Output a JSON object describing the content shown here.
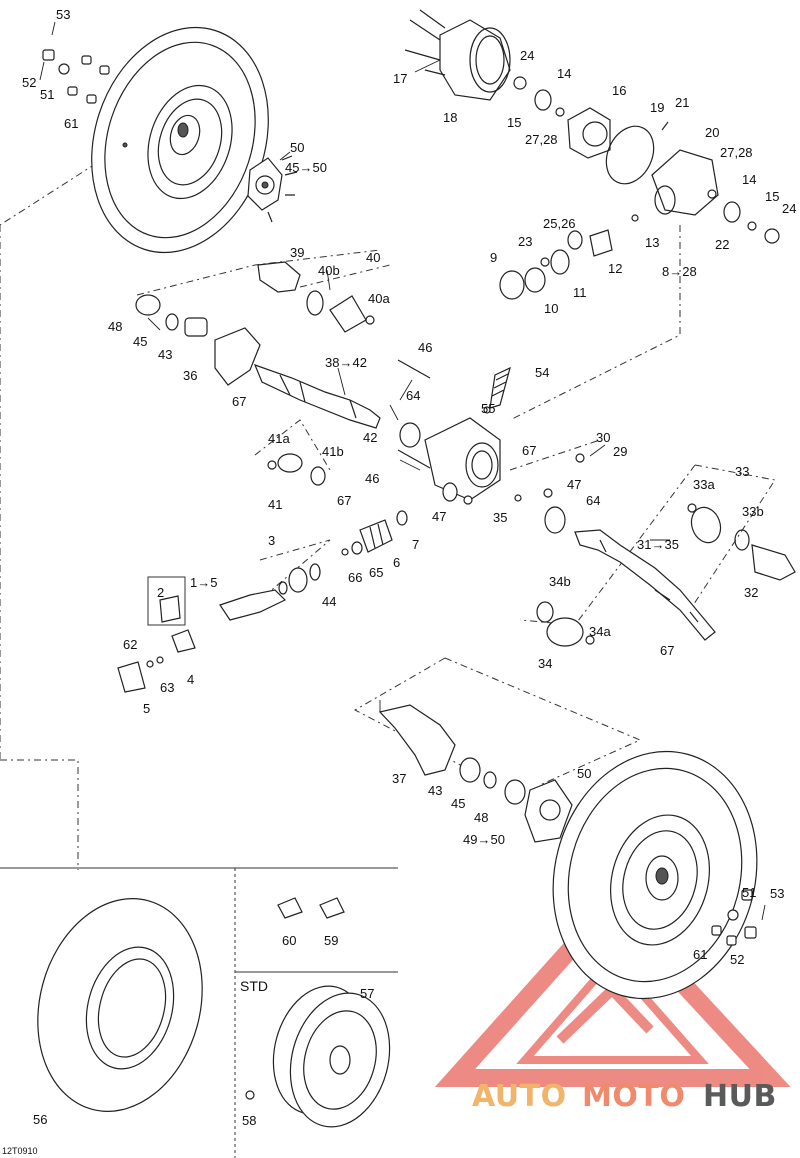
{
  "diagram": {
    "drawing_code": "12T0910",
    "std_label": "STD",
    "callouts": [
      {
        "id": "c53a",
        "text": "53"
      },
      {
        "id": "c52a",
        "text": "52"
      },
      {
        "id": "c51a",
        "text": "51"
      },
      {
        "id": "c61a",
        "text": "61"
      },
      {
        "id": "c50a",
        "text": "50"
      },
      {
        "id": "c4550",
        "text": "45→50"
      },
      {
        "id": "c17",
        "text": "17"
      },
      {
        "id": "c18",
        "text": "18"
      },
      {
        "id": "c24a",
        "text": "24"
      },
      {
        "id": "c14a",
        "text": "14"
      },
      {
        "id": "c15a",
        "text": "15"
      },
      {
        "id": "c16",
        "text": "16"
      },
      {
        "id": "c2728a",
        "text": "27,28"
      },
      {
        "id": "c19",
        "text": "19"
      },
      {
        "id": "c21",
        "text": "21"
      },
      {
        "id": "c20",
        "text": "20"
      },
      {
        "id": "c2728b",
        "text": "27,28"
      },
      {
        "id": "c14b",
        "text": "14"
      },
      {
        "id": "c15b",
        "text": "15"
      },
      {
        "id": "c24b",
        "text": "24"
      },
      {
        "id": "c22",
        "text": "22"
      },
      {
        "id": "c13",
        "text": "13"
      },
      {
        "id": "c2526",
        "text": "25,26"
      },
      {
        "id": "c23",
        "text": "23"
      },
      {
        "id": "c12",
        "text": "12"
      },
      {
        "id": "c9",
        "text": "9"
      },
      {
        "id": "c11",
        "text": "11"
      },
      {
        "id": "c10",
        "text": "10"
      },
      {
        "id": "c828",
        "text": "8→28"
      },
      {
        "id": "c39",
        "text": "39"
      },
      {
        "id": "c40",
        "text": "40"
      },
      {
        "id": "c40b",
        "text": "40b"
      },
      {
        "id": "c40a",
        "text": "40a"
      },
      {
        "id": "c48a",
        "text": "48"
      },
      {
        "id": "c45a",
        "text": "45"
      },
      {
        "id": "c43a",
        "text": "43"
      },
      {
        "id": "c36",
        "text": "36"
      },
      {
        "id": "c46a",
        "text": "46"
      },
      {
        "id": "c54",
        "text": "54"
      },
      {
        "id": "c3842",
        "text": "38→42"
      },
      {
        "id": "c67a",
        "text": "67"
      },
      {
        "id": "c64a",
        "text": "64"
      },
      {
        "id": "c55",
        "text": "55"
      },
      {
        "id": "c42",
        "text": "42"
      },
      {
        "id": "c67b",
        "text": "67"
      },
      {
        "id": "c41a",
        "text": "41a"
      },
      {
        "id": "c41b",
        "text": "41b"
      },
      {
        "id": "c41",
        "text": "41"
      },
      {
        "id": "c46b",
        "text": "46"
      },
      {
        "id": "c30",
        "text": "30"
      },
      {
        "id": "c29",
        "text": "29"
      },
      {
        "id": "c47a",
        "text": "47"
      },
      {
        "id": "c64b",
        "text": "64"
      },
      {
        "id": "c47b",
        "text": "47"
      },
      {
        "id": "c35",
        "text": "35"
      },
      {
        "id": "c67c",
        "text": "67"
      },
      {
        "id": "c7",
        "text": "7"
      },
      {
        "id": "c6",
        "text": "6"
      },
      {
        "id": "c65",
        "text": "65"
      },
      {
        "id": "c66",
        "text": "66"
      },
      {
        "id": "c3",
        "text": "3"
      },
      {
        "id": "c44",
        "text": "44"
      },
      {
        "id": "c15c",
        "text": "1→5"
      },
      {
        "id": "c2",
        "text": "2"
      },
      {
        "id": "c62",
        "text": "62"
      },
      {
        "id": "c63",
        "text": "63"
      },
      {
        "id": "c4",
        "text": "4"
      },
      {
        "id": "c5",
        "text": "5"
      },
      {
        "id": "c33",
        "text": "33"
      },
      {
        "id": "c33a",
        "text": "33a"
      },
      {
        "id": "c33b",
        "text": "33b"
      },
      {
        "id": "c3135",
        "text": "31→35"
      },
      {
        "id": "c32",
        "text": "32"
      },
      {
        "id": "c34b",
        "text": "34b"
      },
      {
        "id": "c34a",
        "text": "34a"
      },
      {
        "id": "c34",
        "text": "34"
      },
      {
        "id": "c67d",
        "text": "67"
      },
      {
        "id": "c37",
        "text": "37"
      },
      {
        "id": "c43b",
        "text": "43"
      },
      {
        "id": "c45b",
        "text": "45"
      },
      {
        "id": "c48b",
        "text": "48"
      },
      {
        "id": "c50b",
        "text": "50"
      },
      {
        "id": "c4950",
        "text": "49→50"
      },
      {
        "id": "c51b",
        "text": "51"
      },
      {
        "id": "c53b",
        "text": "53"
      },
      {
        "id": "c61b",
        "text": "61"
      },
      {
        "id": "c52b",
        "text": "52"
      },
      {
        "id": "c60",
        "text": "60"
      },
      {
        "id": "c59",
        "text": "59"
      },
      {
        "id": "c57",
        "text": "57"
      },
      {
        "id": "c56",
        "text": "56"
      },
      {
        "id": "c58",
        "text": "58"
      }
    ]
  },
  "watermark": {
    "word_auto": "AUTO",
    "word_moto": "MOTO",
    "word_hub": "HUB",
    "color_auto": "#f0b46a",
    "color_moto": "#ef8a6c",
    "color_hub": "#5a5a5a",
    "color_logo": "#e8645a"
  }
}
